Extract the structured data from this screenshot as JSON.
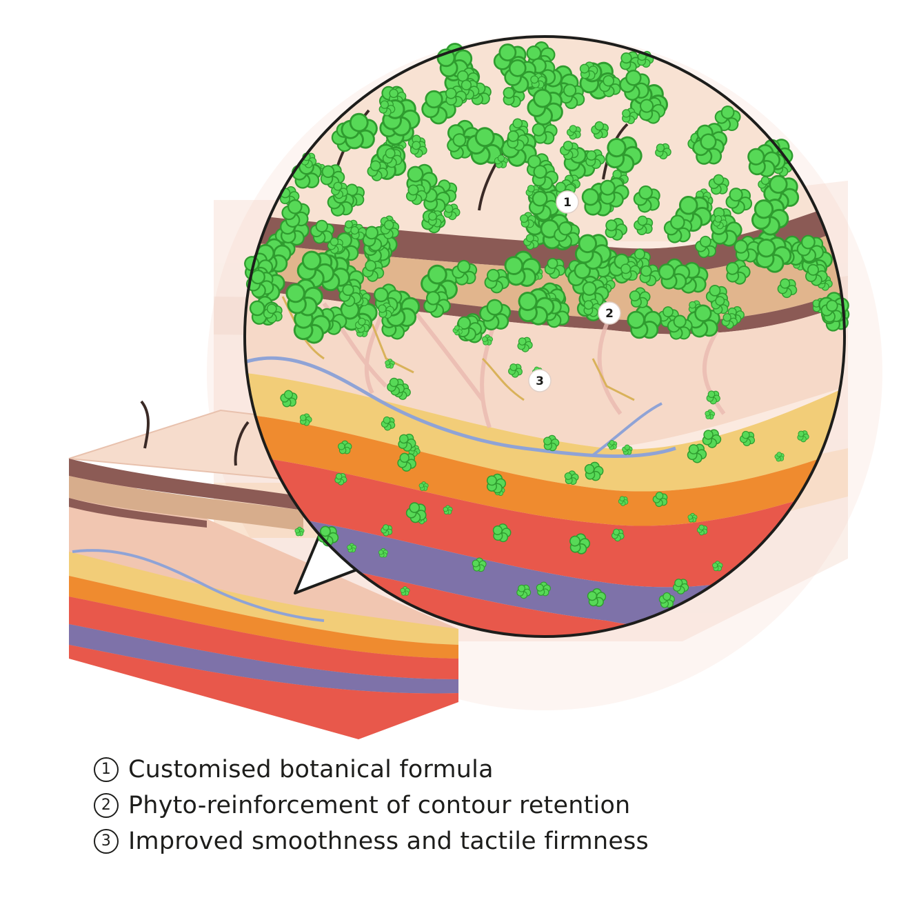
{
  "markers": [
    {
      "number": "1"
    },
    {
      "number": "2"
    },
    {
      "number": "3"
    }
  ],
  "legend": [
    {
      "number": "1",
      "text": "Customised botanical formula"
    },
    {
      "number": "2",
      "text": "Phyto-reinforcement of contour retention"
    },
    {
      "number": "3",
      "text": "Improved smoothness and tactile firmness"
    }
  ],
  "colors": {
    "botanical": "#57d957",
    "epidermis": "#f7d9c4",
    "dermis": "#f4d2c2",
    "fat": "#f2cf7a",
    "fascia": "#f08a2c",
    "muscle": "#e8574a",
    "deep_layer": "#7f72a8",
    "outline": "#1d1d1b"
  }
}
